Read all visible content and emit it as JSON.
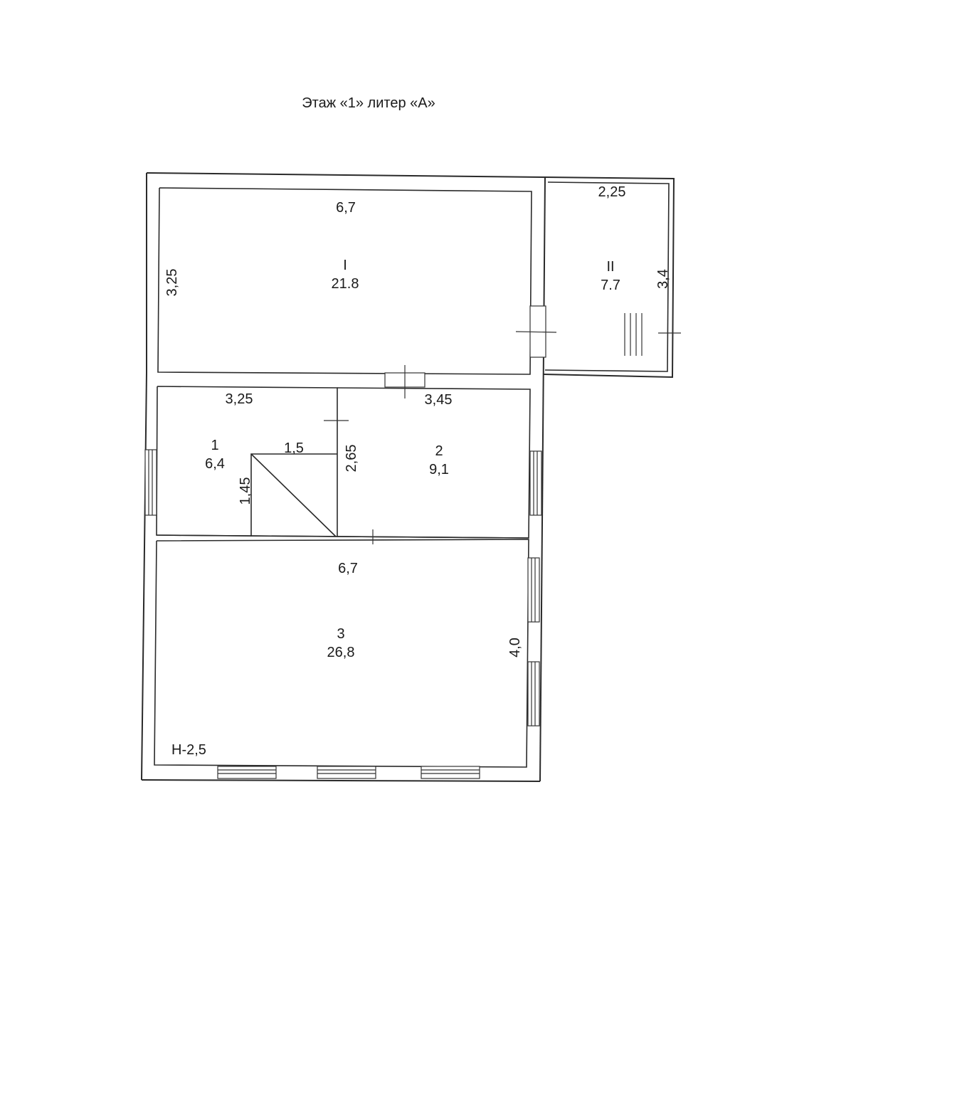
{
  "header": {
    "title": "Этаж «1» литер «А»"
  },
  "rooms": {
    "I": {
      "number": "I",
      "area": "21.8"
    },
    "II": {
      "number": "II",
      "area": "7.7"
    },
    "r1": {
      "number": "1",
      "area": "6,4"
    },
    "r2": {
      "number": "2",
      "area": "9,1"
    },
    "r3": {
      "number": "3",
      "area": "26,8"
    }
  },
  "dimensions": {
    "roomI_width": "6,7",
    "roomI_height": "3,25",
    "roomII_width": "2,25",
    "roomII_height": "3,4",
    "room1_width": "3,25",
    "room2_width": "3,45",
    "room2_height": "2,65",
    "stair_width": "1,5",
    "stair_height": "1,45",
    "room3_width": "6,7",
    "room3_height": "4,0"
  },
  "ceiling_height": "Н-2,5"
}
